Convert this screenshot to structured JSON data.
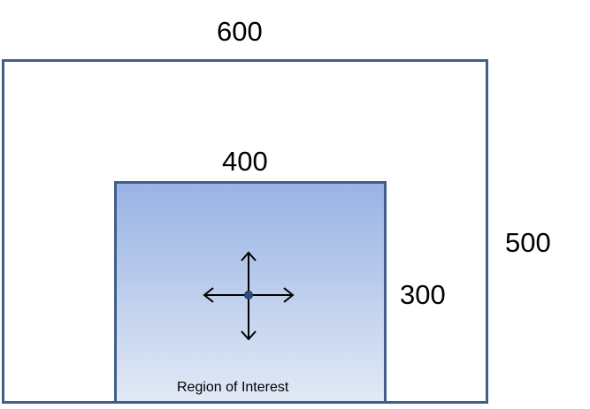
{
  "dimensions": {
    "outer_width": "600",
    "outer_height": "500",
    "inner_width": "400",
    "inner_height": "300"
  },
  "region": {
    "label": "Region of Interest"
  },
  "colors": {
    "border": "#3F5F8A",
    "fill_top": "#98B3E4",
    "fill_bottom": "#E2E9F6",
    "center_dot": "#2F4E79"
  },
  "icons": {
    "center": "move-arrows-icon"
  }
}
